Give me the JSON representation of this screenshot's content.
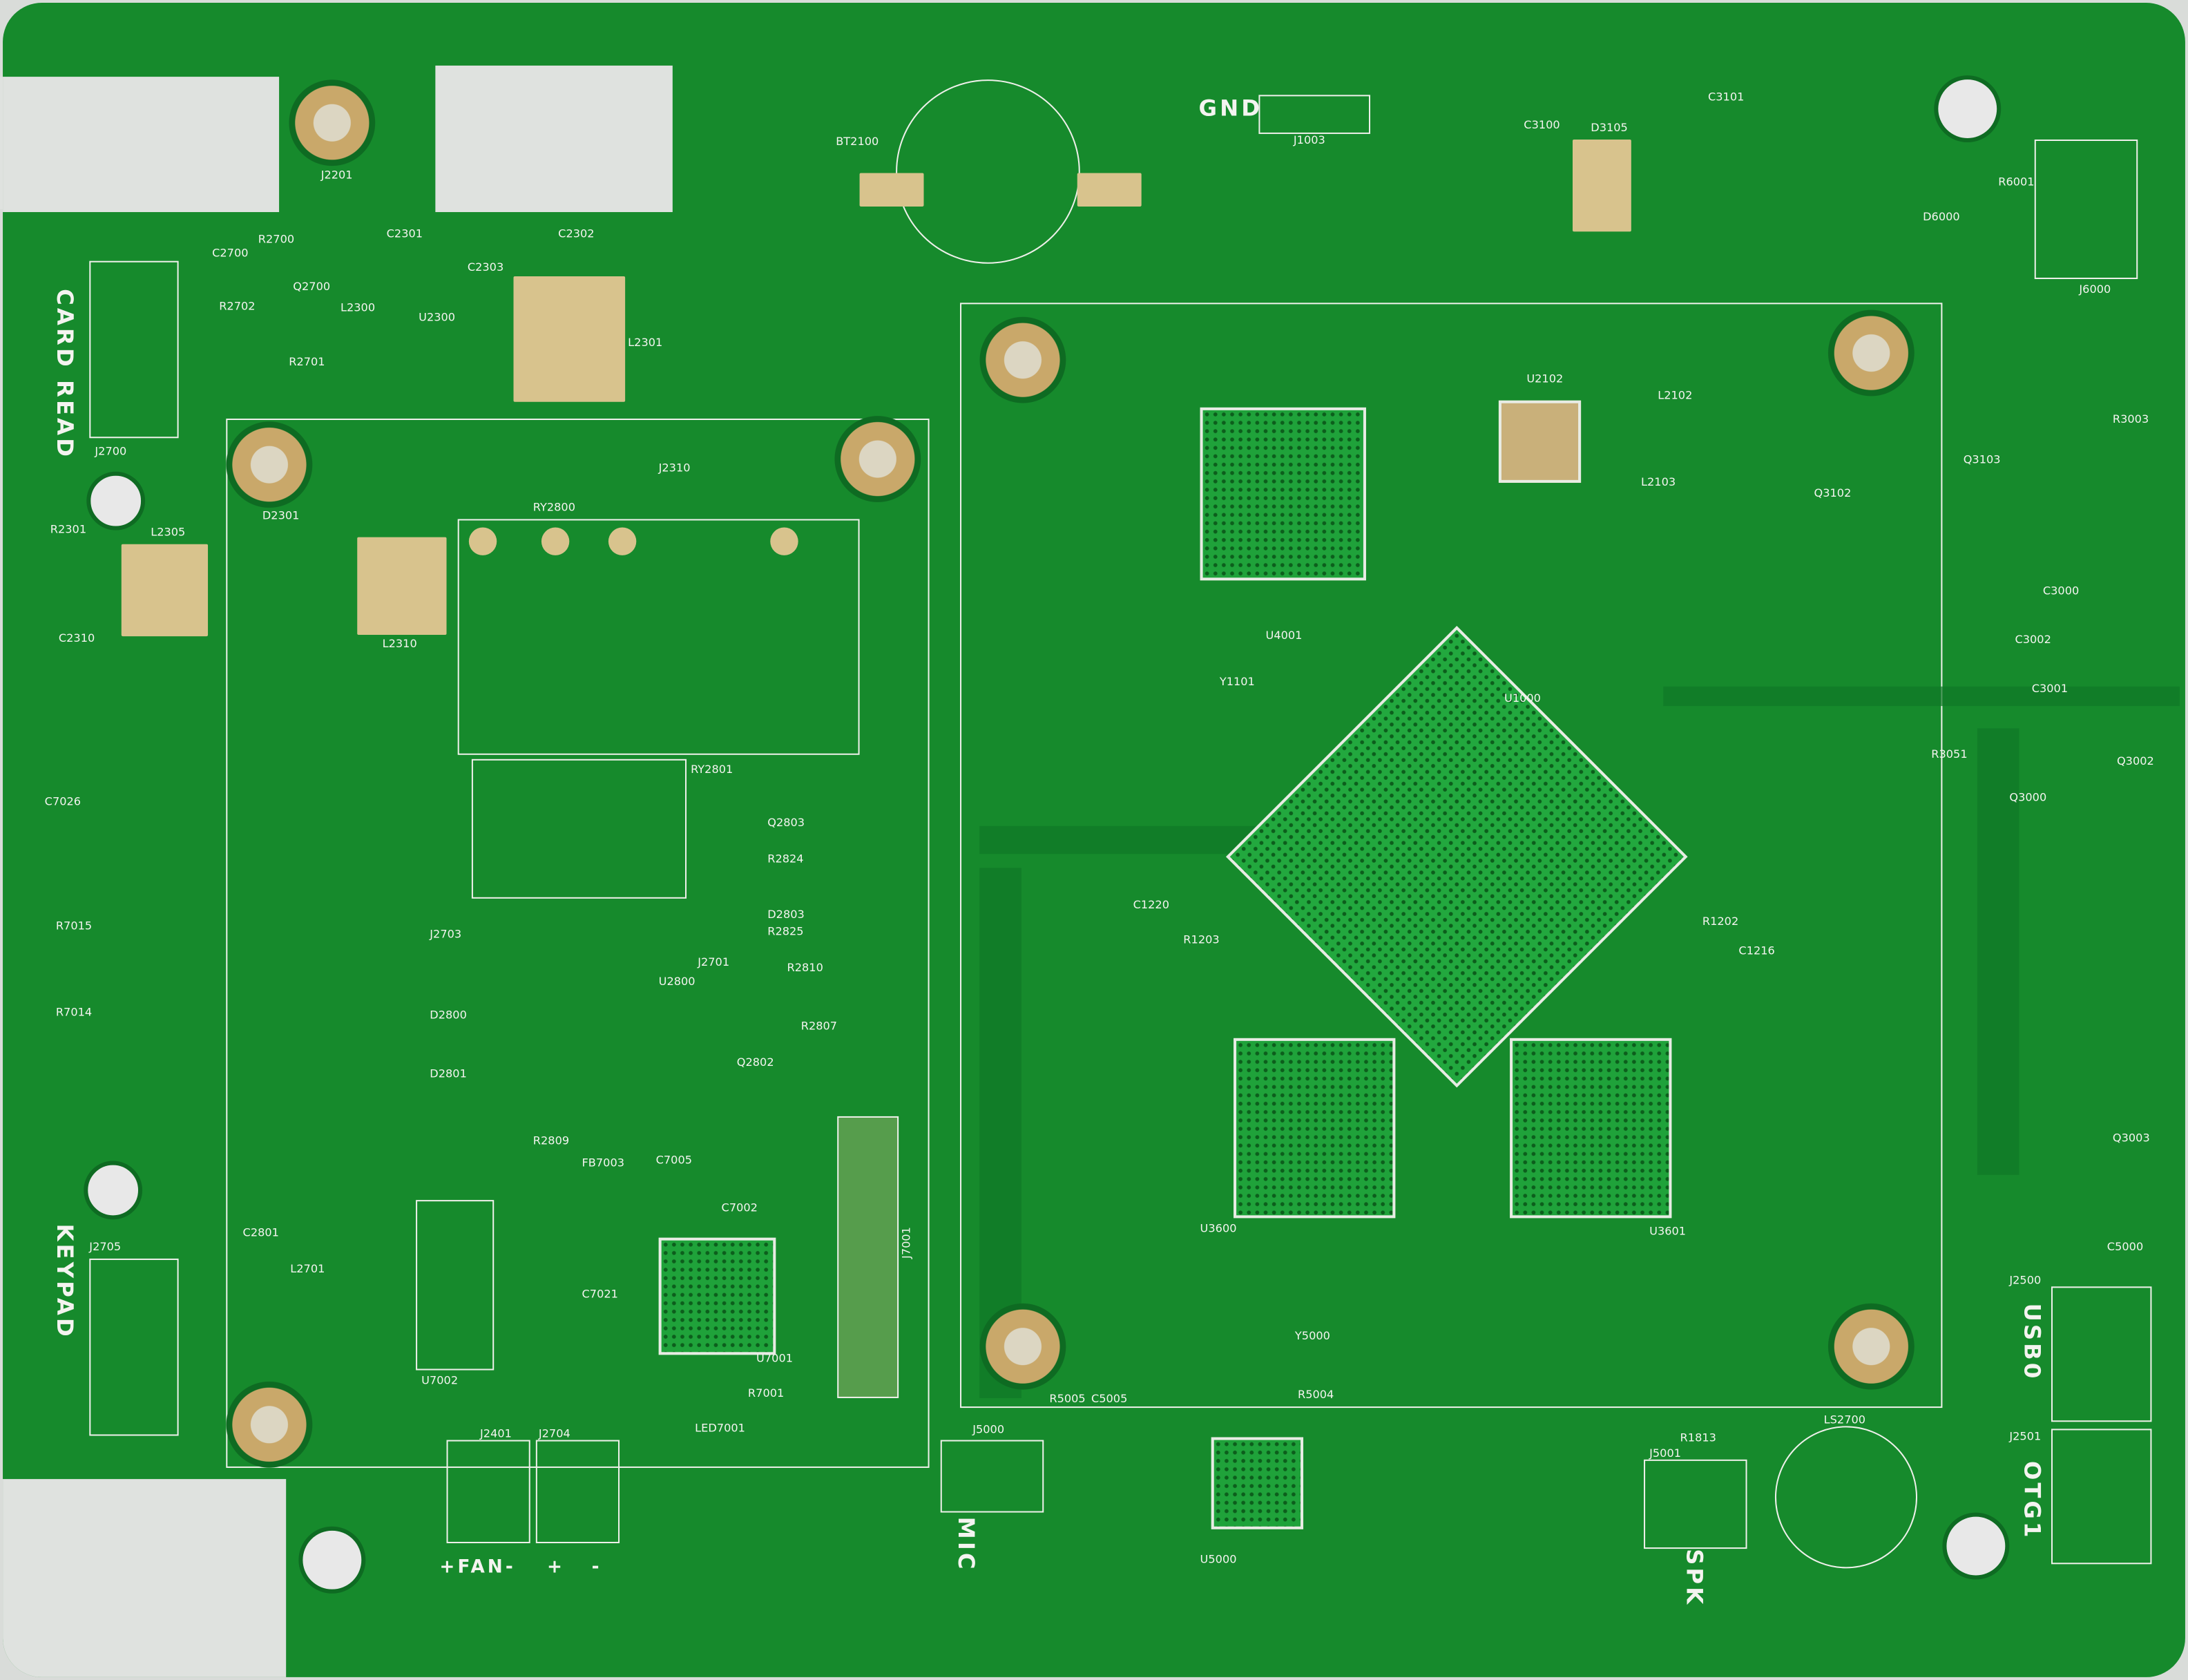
{
  "board_labels": {
    "card_read": "CARD READ",
    "keypad": "KEYPAD",
    "gnd": "GND",
    "fan": "+FAN-",
    "fan_plus": "+",
    "fan_minus": "-",
    "mic": "MIC",
    "spk": "SPK",
    "usb0": "USB0",
    "otg1": "OTG1"
  },
  "refdes": {
    "j2201": "J2201",
    "j2700": "J2700",
    "c2700": "C2700",
    "r2700": "R2700",
    "q2700": "Q2700",
    "r2702": "R2702",
    "r2701": "R2701",
    "c2301": "C2301",
    "c2302": "C2302",
    "c2303": "C2303",
    "l2300": "L2300",
    "u2300": "U2300",
    "l2301": "L2301",
    "bt2100": "BT2100",
    "j1003": "J1003",
    "c3100": "C3100",
    "d3105": "D3105",
    "c3101": "C3101",
    "j6000": "J6000",
    "r6001": "R6001",
    "d6000": "D6000",
    "r2301": "R2301",
    "l2305": "L2305",
    "c2310": "C2310",
    "l2310": "L2310",
    "d2301": "D2301",
    "ry2800": "RY2800",
    "ry2801": "RY2801",
    "j2310": "J2310",
    "c7026": "C7026",
    "r7015": "R7015",
    "r7014": "R7014",
    "u4001": "U4001",
    "u1000": "U1000",
    "u2102": "U2102",
    "y1101": "Y1101",
    "q2803": "Q2803",
    "r2824": "R2824",
    "d2803": "D2803",
    "r2825": "R2825",
    "j2703": "J2703",
    "j2701": "J2701",
    "d2800": "D2800",
    "d2801": "D2801",
    "u2800": "U2800",
    "r2809": "R2809",
    "q2802": "Q2802",
    "r2807": "R2807",
    "r2810": "R2810",
    "j2705": "J2705",
    "c2801": "C2801",
    "l2701": "L2701",
    "u7002": "U7002",
    "u7001": "U7001",
    "j7001": "J7001",
    "c7005": "C7005",
    "fb7003": "FB7003",
    "c7002": "C7002",
    "c7021": "C7021",
    "r7001": "R7001",
    "led7001": "LED7001",
    "j2401": "J2401",
    "j2704": "J2704",
    "j5000": "J5000",
    "u5000": "U5000",
    "y5000": "Y5000",
    "r5004": "R5004",
    "r5005": "R5005",
    "c5005": "C5005",
    "j5001": "J5001",
    "r1813": "R1813",
    "ls2700": "LS2700",
    "j2500": "J2500",
    "j2501": "J2501",
    "u3600": "U3600",
    "u3601": "U3601",
    "c3000": "C3000",
    "c3002": "C3002",
    "q3000": "Q3000",
    "q3002": "Q3002",
    "q3003": "Q3003",
    "c1220": "C1220",
    "r1203": "R1203",
    "c1216": "C1216",
    "r1202": "R1202",
    "q3102": "Q3102",
    "q3103": "Q3103",
    "r3003": "R3003",
    "l2102": "L2102",
    "l2103": "L2103",
    "c5000": "C5000",
    "r3051": "R3051",
    "c3001": "C3001"
  },
  "colors": {
    "soldermask": "#168a2c",
    "silkscreen": "#f4f4f0",
    "pad": "#d8c38d"
  }
}
